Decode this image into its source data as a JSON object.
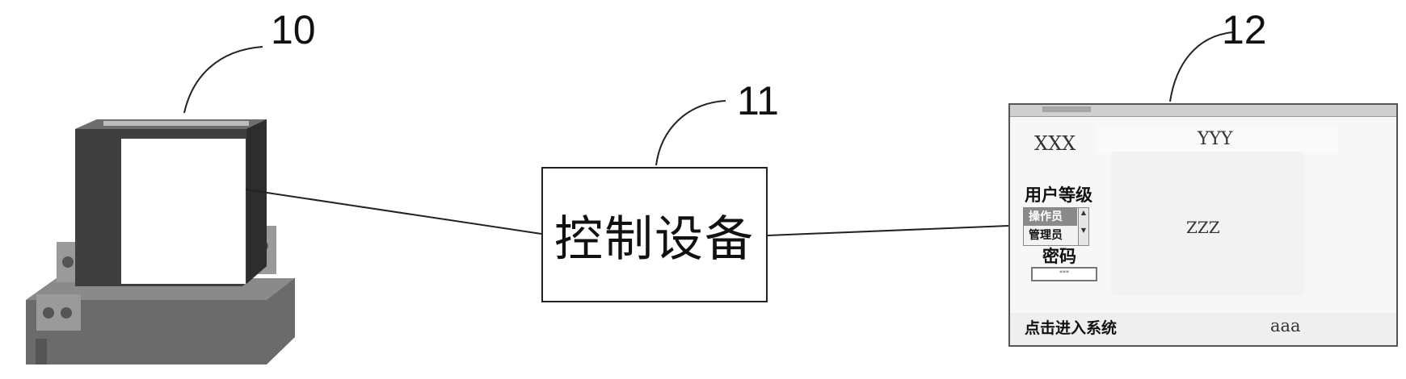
{
  "labels": {
    "device": "10",
    "controller": "11",
    "screen": "12"
  },
  "controller": {
    "text": "控制设备"
  },
  "screen": {
    "field_left": "XXX",
    "field_right": "YYY",
    "user_level_label": "用户等级",
    "roles": [
      "操作员",
      "管理员"
    ],
    "selected_role": "操作员",
    "password_label": "密码",
    "password_value": "***",
    "panel_text": "ZZZ",
    "enter_button": "点击进入系统",
    "footer_text": "aaa"
  }
}
